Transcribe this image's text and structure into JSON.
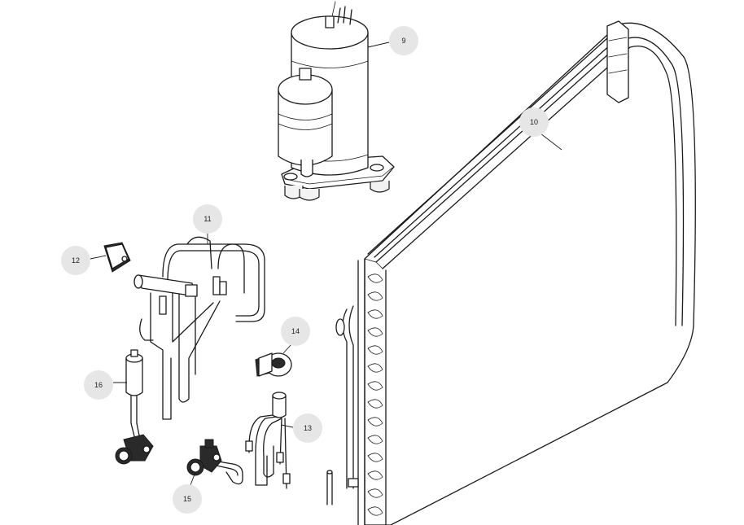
{
  "callouts": [
    {
      "id": "c9",
      "label": "9"
    },
    {
      "id": "c10",
      "label": "10"
    },
    {
      "id": "c11",
      "label": "11"
    },
    {
      "id": "c12",
      "label": "12"
    },
    {
      "id": "c13",
      "label": "13"
    },
    {
      "id": "c14",
      "label": "14"
    },
    {
      "id": "c15",
      "label": "15"
    },
    {
      "id": "c16",
      "label": "16"
    }
  ]
}
